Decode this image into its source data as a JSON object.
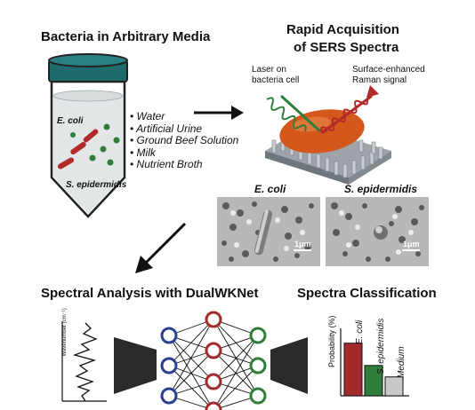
{
  "panels": {
    "media": {
      "title": "Bacteria in Arbitrary Media",
      "tube_label_1": "E. coli",
      "tube_label_2": "S. epidermidis",
      "media_items": [
        "Water",
        "Artificial Urine",
        "Ground Beef Solution",
        "Milk",
        "Nutrient Broth"
      ]
    },
    "acquisition": {
      "title_line1": "Rapid Acquisition",
      "title_line2": "of SERS Spectra",
      "laser_label_line1": "Laser on",
      "laser_label_line2": "bacteria cell",
      "signal_label_line1": "Surface-enhanced",
      "signal_label_line2": "Raman signal",
      "sem_label_left": "E. coli",
      "sem_label_right": "S. epidermidis",
      "scale_left": "1μm",
      "scale_right": "1μm"
    },
    "analysis": {
      "title": "Spectral Analysis with DualWKNet",
      "axis_label": "Wavenumber (cm⁻¹)"
    },
    "classification": {
      "title": "Spectra Classification",
      "y_label": "Probability (%)",
      "bars": [
        {
          "label": "E. coli",
          "value": 0.78,
          "color": "#a32a2a"
        },
        {
          "label": "S. epidermidis",
          "value": 0.45,
          "color": "#2e7d3a"
        },
        {
          "label": "Medium",
          "value": 0.28,
          "color": "#c9c9c9"
        }
      ]
    }
  },
  "colors": {
    "tube_cap": "#1f6b6b",
    "ecoli": "#b32a2a",
    "sepi": "#2e7d3a",
    "net_blue": "#2b3f8f",
    "net_red": "#a32a2a",
    "net_green": "#2e7d3a"
  },
  "icons": [
    "arrow-right-icon",
    "arrow-down-left-icon"
  ]
}
